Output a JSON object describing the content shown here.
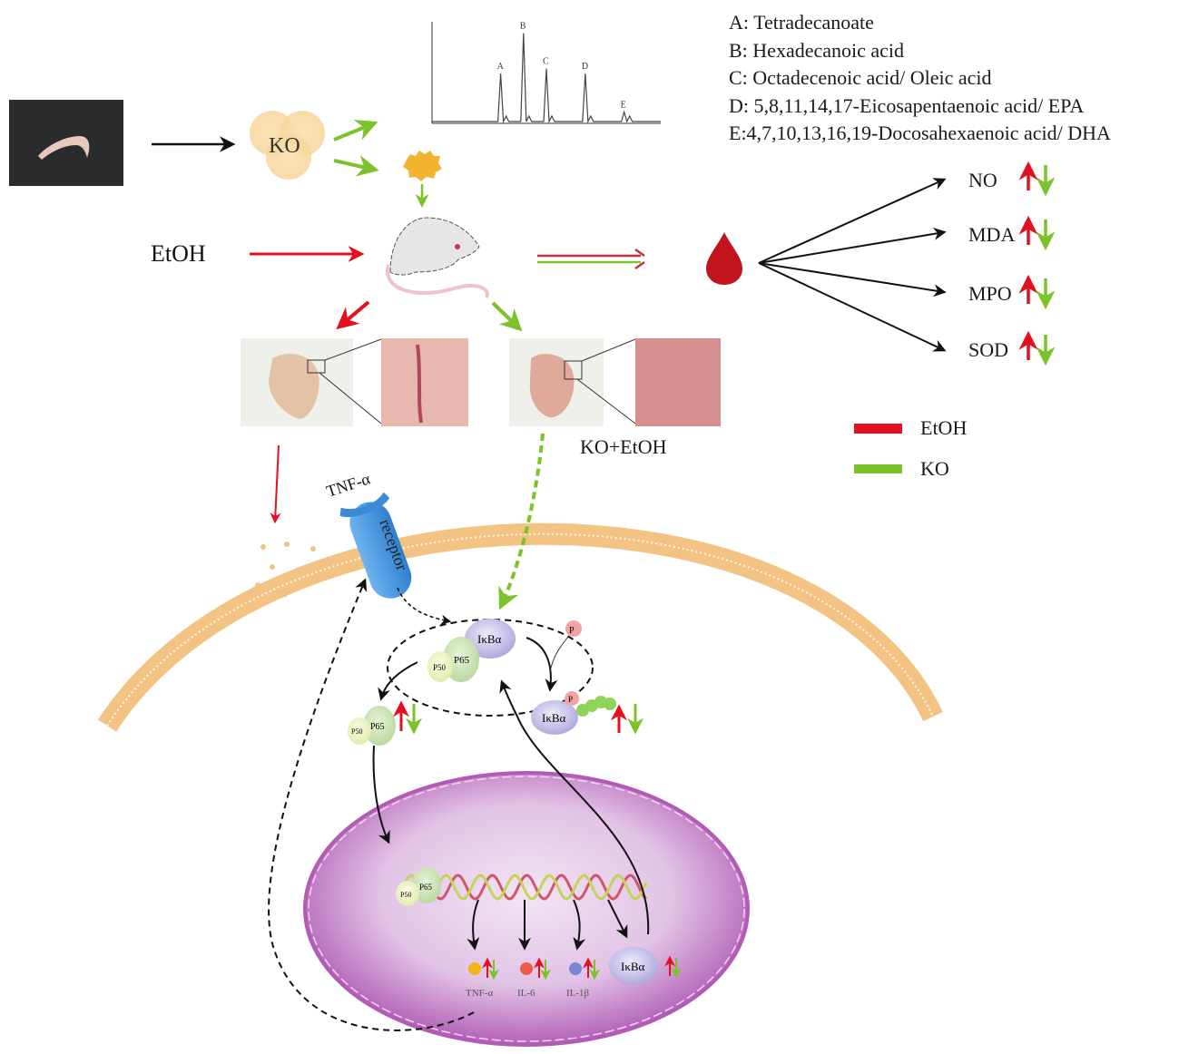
{
  "figure": {
    "type": "graphical-abstract",
    "subject": "Krill oil (KO) protection against ethanol (EtOH)-induced gastric injury via NF-kB pathway"
  },
  "peak_legend": [
    {
      "peak": "A",
      "text": "A: Tetradecanoate"
    },
    {
      "peak": "B",
      "text": "B: Hexadecanoic acid"
    },
    {
      "peak": "C",
      "text": "C: Octadecenoic acid/ Oleic acid"
    },
    {
      "peak": "D",
      "text": "D: 5,8,11,14,17-Eicosapentaenoic acid/ EPA"
    },
    {
      "peak": "E",
      "text": "E:4,7,10,13,16,19-Docosahexaenoic acid/ DHA"
    }
  ],
  "chart_data": {
    "type": "line",
    "title": "",
    "xlabel": "",
    "ylabel": "",
    "note": "GC-MS chromatogram of KO; axis tick text illegible; relative intensities estimated (0-1)",
    "ylim": [
      0,
      1
    ],
    "peaks": [
      {
        "label": "A",
        "x": 0.3,
        "y": 0.5
      },
      {
        "label": "B",
        "x": 0.4,
        "y": 0.92
      },
      {
        "label": "C",
        "x": 0.5,
        "y": 0.55
      },
      {
        "label": "D",
        "x": 0.67,
        "y": 0.5
      },
      {
        "label": "E",
        "x": 0.84,
        "y": 0.1
      }
    ]
  },
  "labels": {
    "ko_source": "KO",
    "etoh": "EtOH",
    "ko_etoh_group": "KO+EtOH",
    "tnf_alpha_ligand": "TNF-α",
    "receptor": "receptor"
  },
  "serum_markers": [
    {
      "name": "NO",
      "etoh": "up",
      "ko": "down"
    },
    {
      "name": "MDA",
      "etoh": "up",
      "ko": "down"
    },
    {
      "name": "MPO",
      "etoh": "up",
      "ko": "down"
    },
    {
      "name": "SOD",
      "etoh": "up",
      "ko": "down"
    }
  ],
  "legend": [
    {
      "label": "EtOH",
      "color": "#e3101f"
    },
    {
      "label": "KO",
      "color": "#7cc22a"
    }
  ],
  "proteins": {
    "ikba": "IκBα",
    "p65": "P65",
    "p50": "P50",
    "p": "P"
  },
  "cytokines": [
    {
      "name": "TNF-α",
      "color": "#f2b418"
    },
    {
      "name": "IL-6",
      "color": "#ee5a45"
    },
    {
      "name": "IL-1β",
      "color": "#7b86d6"
    }
  ],
  "nuclear_ikba": "IκBα",
  "colors": {
    "etoh_red": "#e3101f",
    "ko_green": "#7cc22a",
    "membrane": "#f3c383",
    "receptor": "#4a95dc",
    "nucleus": "#b25bb5",
    "ikba_fill": "#c9c6ea",
    "blood": "#c2141f"
  }
}
